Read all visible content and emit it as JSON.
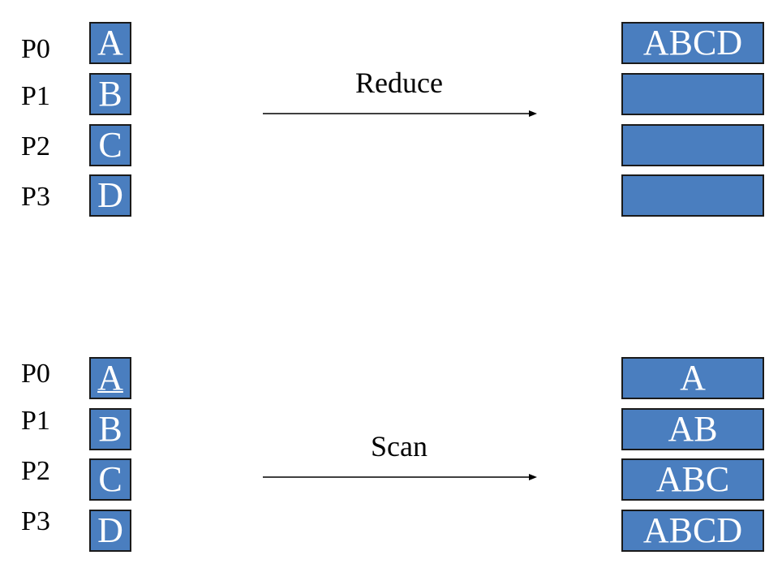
{
  "processes": [
    "P0",
    "P1",
    "P2",
    "P3"
  ],
  "reduce": {
    "label": "Reduce",
    "inputs": [
      "A",
      "B",
      "C",
      "D"
    ],
    "outputs": [
      "ABCD",
      "",
      "",
      ""
    ]
  },
  "scan": {
    "label": "Scan",
    "inputs": [
      "A",
      "B",
      "C",
      "D"
    ],
    "outputs": [
      "A",
      "AB",
      "ABC",
      "ABCD"
    ]
  },
  "colors": {
    "cell_fill": "#4a7ebf",
    "cell_border": "#1a1a1a",
    "text": "#000000",
    "cell_text": "#ffffff"
  }
}
